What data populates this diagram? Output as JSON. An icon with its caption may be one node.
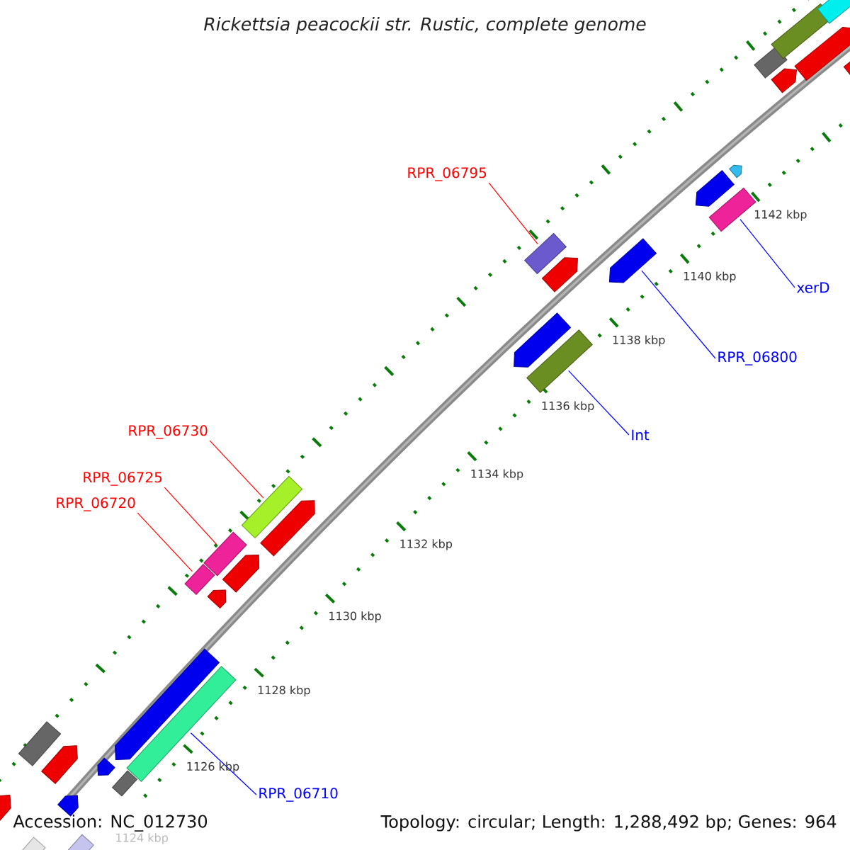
{
  "diagram": {
    "title": "Rickettsia peacockii str. Rustic, complete genome",
    "nodes": [
      {
        "text": [
          "RPR_06795"
        ]
      },
      {
        "text": [],
        "shape": "box"
      },
      {
        "text": [
          "RPR_06730"
        ]
      },
      {
        "text": [],
        "shape": "box"
      },
      {
        "text": [
          "RPR_06725"
        ]
      },
      {
        "text": [],
        "shape": "box"
      },
      {
        "text": [
          "RPR_06720"
        ]
      },
      {
        "text": [],
        "shape": "box"
      },
      {
        "text": [
          "RPR_06710"
        ]
      },
      {
        "text": [],
        "shape": "box"
      },
      {
        "text": [
          "Int"
        ]
      },
      {
        "text": [],
        "shape": "box"
      },
      {
        "text": [
          "RPR_06800"
        ]
      },
      {
        "text": [],
        "shape": "arrow"
      },
      {
        "text": [
          "xerD"
        ]
      },
      {
        "text": [],
        "shape": "box"
      },
      {
        "text": [],
        "shape": "box"
      },
      {
        "text": [],
        "shape": "arrow"
      },
      {
        "text": [],
        "shape": "arrow"
      },
      {
        "text": [],
        "shape": "arrow"
      },
      {
        "text": [],
        "shape": "box"
      },
      {
        "text": [],
        "shape": "box"
      },
      {
        "text": [],
        "shape": "arrow"
      },
      {
        "text": [],
        "shape": "box"
      },
      {
        "text": [],
        "shape": "arrow"
      },
      {
        "text": [],
        "shape": "arrow"
      },
      {
        "text": [],
        "shape": "arrow"
      },
      {
        "text": [],
        "shape": "arrow"
      },
      {
        "text": [],
        "shape": "arrow"
      },
      {
        "text": [],
        "shape": "arrow"
      },
      {
        "text": [],
        "shape": "arrow"
      },
      {
        "text": [],
        "shape": "arrow"
      },
      {
        "text": [],
        "shape": "box"
      },
      {
        "text": [],
        "shape": "box"
      },
      {
        "text": [],
        "shape": "arrow"
      },
      {
        "text": [],
        "shape": "arrow"
      },
      {
        "text": [],
        "shape": "box"
      },
      {
        "text": [],
        "shape": "arrow"
      }
    ],
    "edges": [
      {
        "from": 0,
        "to": 1,
        "arrow": "none",
        "color": "#ff0000"
      },
      {
        "from": 2,
        "to": 3,
        "arrow": "none",
        "color": "#ff0000"
      },
      {
        "from": 4,
        "to": 5,
        "arrow": "none",
        "color": "#ff0000"
      },
      {
        "from": 6,
        "to": 7,
        "arrow": "none",
        "color": "#ff0000"
      },
      {
        "from": 8,
        "to": 9,
        "arrow": "none",
        "color": "#0000ff"
      },
      {
        "from": 10,
        "to": 11,
        "arrow": "none",
        "color": "#0000ff"
      },
      {
        "from": 12,
        "to": 13,
        "arrow": "none",
        "color": "#0000ff"
      },
      {
        "from": 14,
        "to": 15,
        "arrow": "none",
        "color": "#0000ff"
      }
    ],
    "labels": [
      "1142 kbp",
      "1140 kbp",
      "1138 kbp",
      "1136 kbp",
      "1134 kbp",
      "1132 kbp",
      "1130 kbp",
      "1128 kbp",
      "1126 kbp",
      "1124 kbp",
      "Accession: NC_012730",
      "Topology: circular; Length: 1,288,492 bp; Genes: 964"
    ]
  }
}
